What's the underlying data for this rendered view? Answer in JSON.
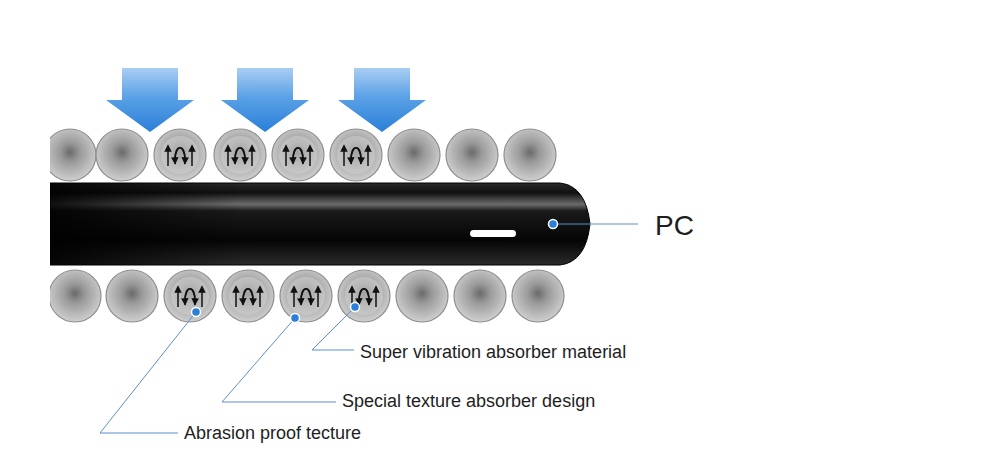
{
  "diagram": {
    "labels": [
      "PC",
      "Super vibration absorber material",
      "Special texture absorber design",
      "Abrasion proof tecture"
    ]
  }
}
